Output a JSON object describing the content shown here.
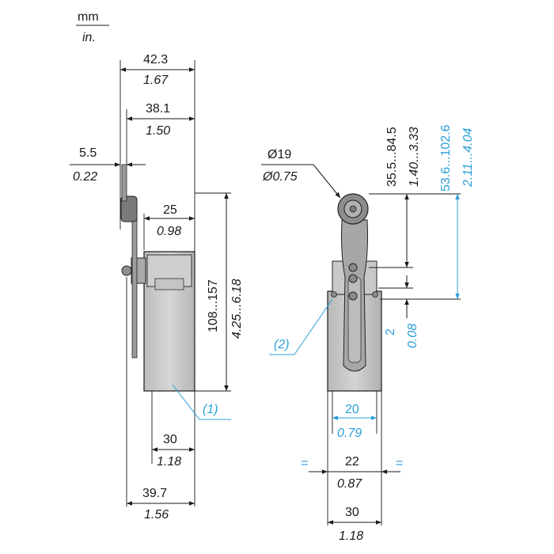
{
  "units": {
    "primary": "mm",
    "secondary": "in."
  },
  "side_view": {
    "dim_width_total": {
      "mm": "42.3",
      "in": "1.67"
    },
    "dim_lever_reach": {
      "mm": "38.1",
      "in": "1.50"
    },
    "dim_lever_thickness": {
      "mm": "5.5",
      "in": "0.22"
    },
    "dim_body_offset": {
      "mm": "25",
      "in": "0.98"
    },
    "dim_height": {
      "mm": "108...157",
      "in": "4.25...6.18"
    },
    "dim_body_depth": {
      "mm": "30",
      "in": "1.18"
    },
    "dim_base_total": {
      "mm": "39.7",
      "in": "1.56"
    },
    "callout_1": "(1)"
  },
  "front_view": {
    "dim_roller_diameter": {
      "mm": "Ø19",
      "in": "Ø0.75"
    },
    "dim_travel_1": {
      "mm": "35.5...84.5",
      "in": "1.40...3.33"
    },
    "dim_travel_2": {
      "mm": "53.6...102.6",
      "in": "2.11...4.04"
    },
    "dim_offset": {
      "mm": "2",
      "in": "0.08"
    },
    "dim_head_width": {
      "mm": "20",
      "in": "0.79"
    },
    "dim_centered": {
      "mm": "22",
      "in": "0.87",
      "mark": "="
    },
    "dim_body_width": {
      "mm": "30",
      "in": "1.18"
    },
    "callout_2": "(2)"
  }
}
